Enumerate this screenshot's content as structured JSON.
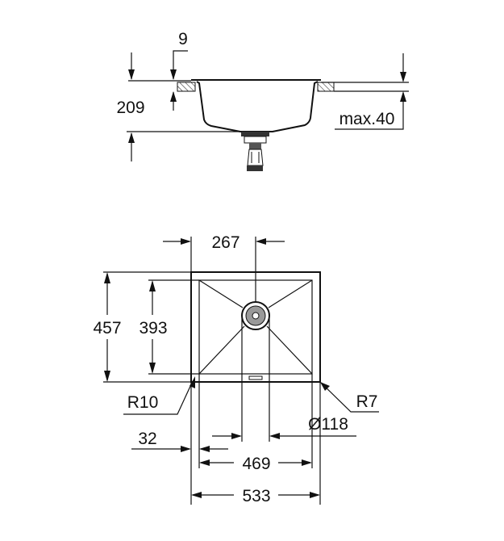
{
  "side_view": {
    "dims": {
      "lip_thickness": "9",
      "total_depth": "209",
      "counter_thickness": "max.40"
    }
  },
  "top_view": {
    "dims": {
      "drain_offset": "267",
      "outer_depth": "457",
      "inner_depth": "393",
      "inner_radius": "R10",
      "outer_radius": "R7",
      "drain_diameter": "Ø118",
      "rim_width": "32",
      "inner_width": "469",
      "outer_width": "533"
    }
  }
}
